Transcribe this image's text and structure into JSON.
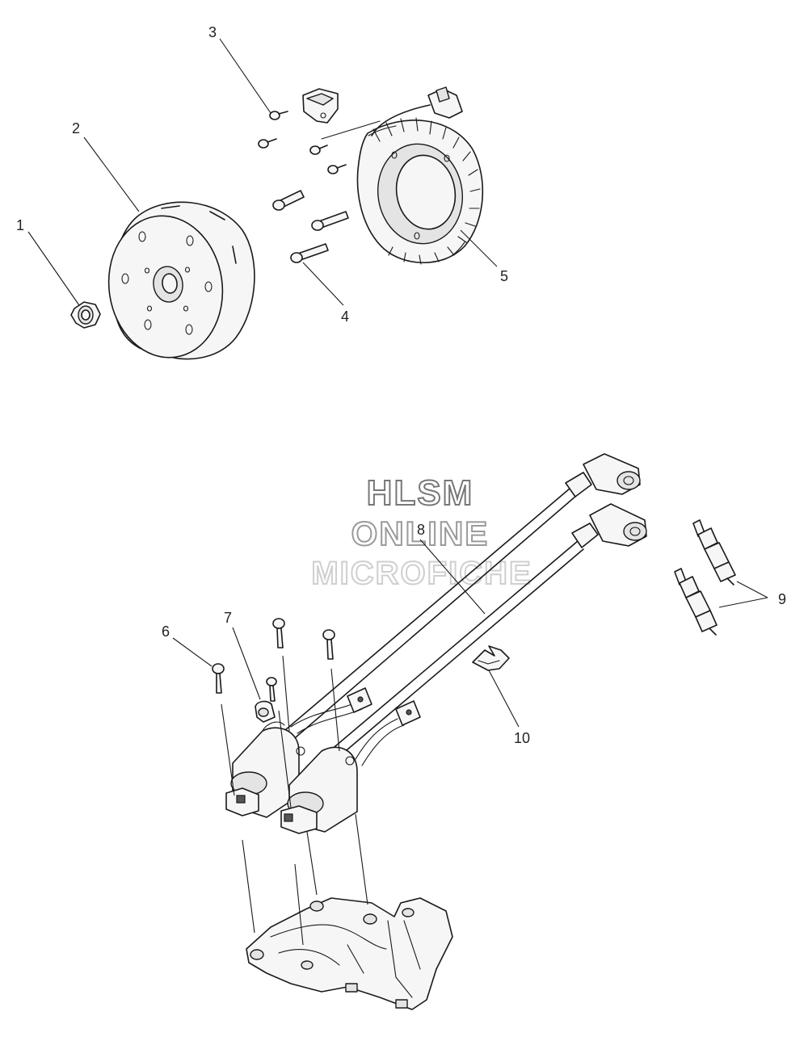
{
  "watermark": {
    "line1": "HLSM",
    "line2": "ONLINE",
    "line3": "MICROFICHE"
  },
  "callouts": [
    "1",
    "2",
    "3",
    "4",
    "5",
    "6",
    "7",
    "8",
    "9",
    "10"
  ],
  "parts": [
    {
      "number": "1",
      "item": "flywheel-nut"
    },
    {
      "number": "2",
      "item": "flywheel"
    },
    {
      "number": "3",
      "item": "pickup-screw"
    },
    {
      "number": "4",
      "item": "stator-screw"
    },
    {
      "number": "5",
      "item": "stator"
    },
    {
      "number": "6",
      "item": "coil-screw"
    },
    {
      "number": "7",
      "item": "wire-clamp"
    },
    {
      "number": "8",
      "item": "ignition-coil"
    },
    {
      "number": "9",
      "item": "spark-plug"
    },
    {
      "number": "10",
      "item": "wire-clip"
    }
  ]
}
